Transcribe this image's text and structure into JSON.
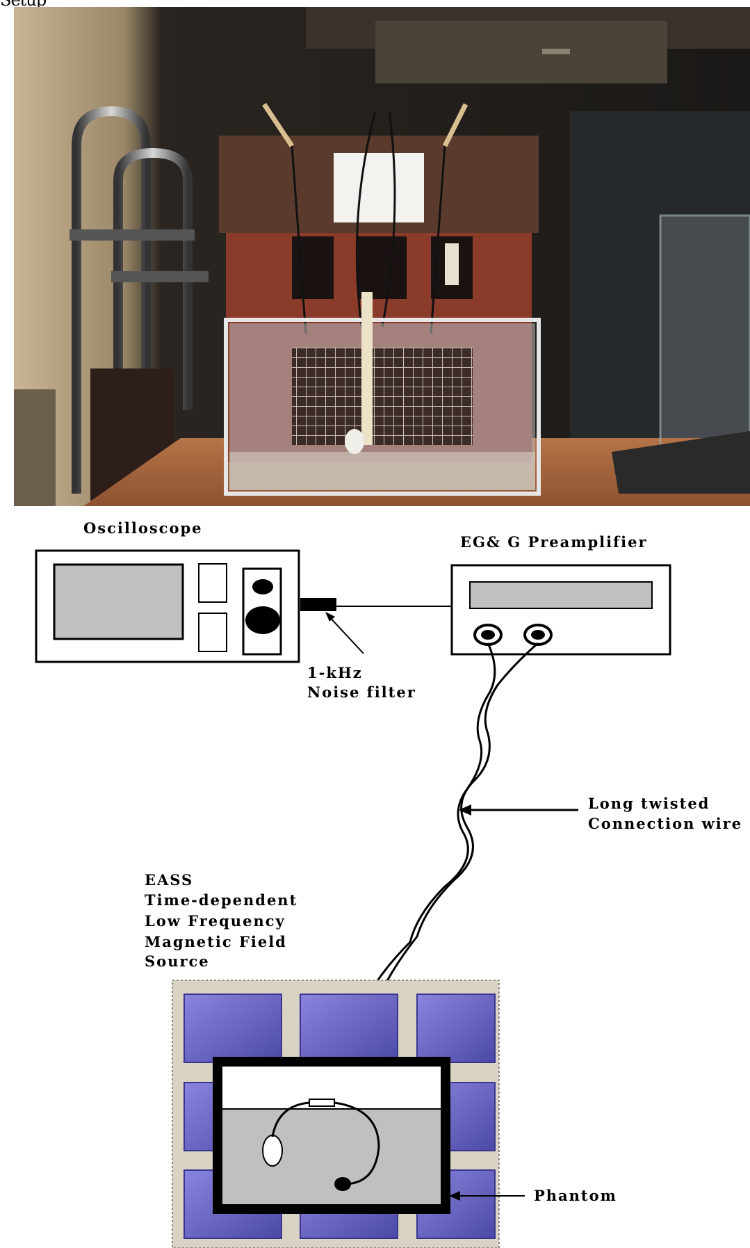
{
  "top_cutoff_text": "Setup",
  "labels": {
    "oscilloscope": "Oscilloscope",
    "preamplifier": "EG& G Preamplifier",
    "filter_line1": "1-kHz",
    "filter_line2": "Noise filter",
    "wire_line1": "Long twisted",
    "wire_line2": "Connection wire",
    "source_line1": "EASS",
    "source_line2": "Time-dependent",
    "source_line3": "Low Frequency",
    "source_line4": "Magnetic Field",
    "source_line5": "Source",
    "phantom": "Phantom"
  },
  "colors": {
    "screen_gray": "#c0c0c0",
    "tile_purple": "#6a66c4",
    "tile_gap": "#d9d3c4",
    "wood": "#5a3a2c",
    "table": "#a8683e"
  }
}
